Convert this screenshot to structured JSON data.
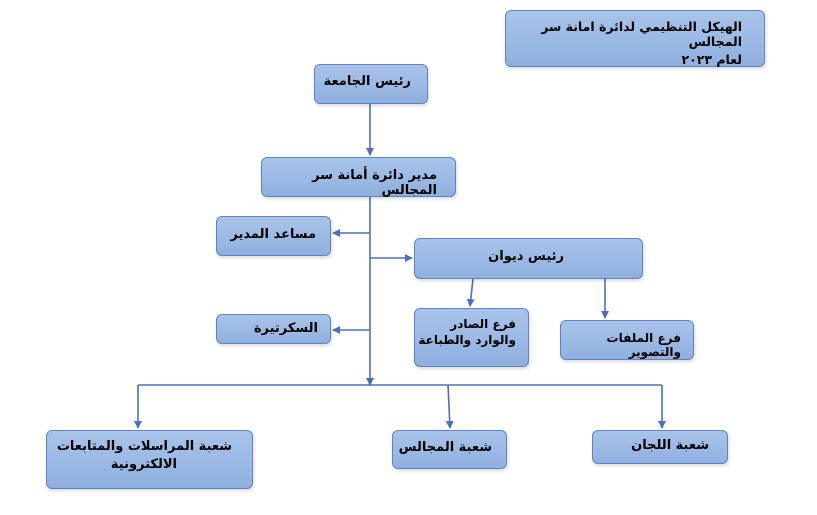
{
  "title_box": {
    "line1": "الهيكل التنظيمي لدائرة امانة سر المجالس",
    "line2": "لعام ٢٠٢٣"
  },
  "nodes": {
    "president": "رئيس الجامعة",
    "director": "مدير دائرة أمانة سر المجالس",
    "assistant": "مساعد المدير",
    "diwan_head": "رئيس ديوان",
    "secretary": "السكرتيرة",
    "branch_incoming": {
      "line1": "فرع الصادر",
      "line2": "والوارد والطباعة"
    },
    "branch_files": "فرع الملفات والتصوير",
    "division_correspondence": {
      "line1": "شعبة المراسلات والمتابعات",
      "line2": "الالكترونية"
    },
    "division_councils": "شعبة المجالس",
    "division_committees": "شعبة اللجان"
  },
  "colors": {
    "box_fill": "#98b6e2",
    "box_border": "#5f84c2",
    "connector": "#4a72b8"
  }
}
